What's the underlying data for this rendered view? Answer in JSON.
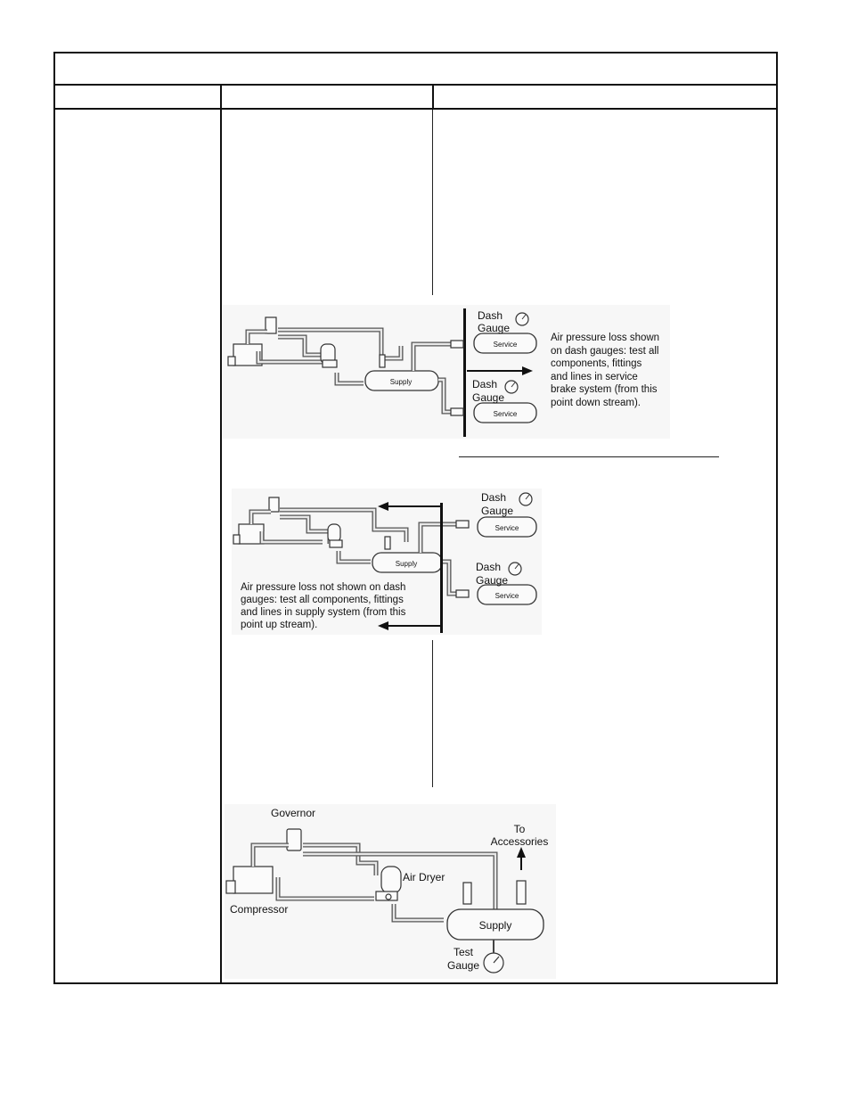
{
  "table": {
    "title": "",
    "columns": [
      "",
      "",
      ""
    ]
  },
  "diagram1": {
    "dash_gauge_top": [
      "Dash",
      "Gauge"
    ],
    "dash_gauge_bottom": [
      "Dash",
      "Gauge"
    ],
    "service_top": "Service",
    "service_bottom": "Service",
    "supply": "Supply",
    "note_lines": [
      "Air pressure loss shown",
      "on dash gauges: test all",
      "components, fittings",
      "and lines in service",
      "brake system (from this",
      "point down stream)."
    ]
  },
  "diagram2": {
    "dash_gauge_top": [
      "Dash",
      "Gauge"
    ],
    "dash_gauge_bottom": [
      "Dash",
      "Gauge"
    ],
    "service_top": "Service",
    "service_bottom": "Service",
    "supply": "Supply",
    "note_lines": [
      "Air pressure loss not shown on dash",
      "gauges: test all components, fittings",
      "and lines in supply system (from this",
      "point up stream)."
    ]
  },
  "diagram3": {
    "governor": "Governor",
    "to_accessories": [
      "To",
      "Accessories"
    ],
    "air_dryer": "Air Dryer",
    "compressor": "Compressor",
    "supply": "Supply",
    "test_gauge": [
      "Test",
      "Gauge"
    ]
  }
}
